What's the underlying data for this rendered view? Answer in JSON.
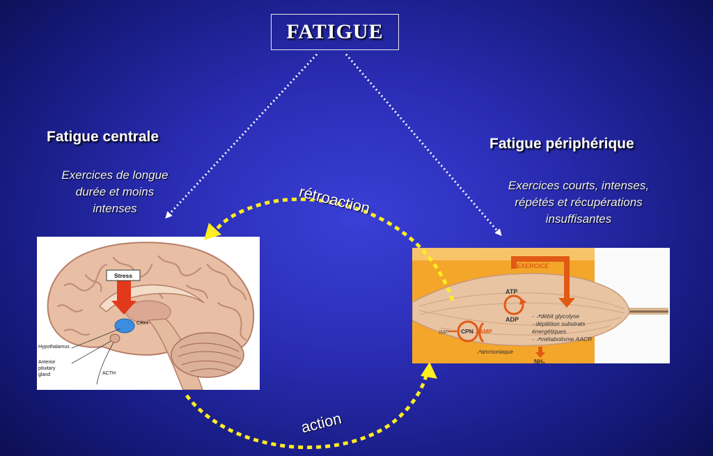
{
  "title": "FATIGUE",
  "central": {
    "heading": "Fatigue centrale",
    "desc_lines": [
      "Exercices de longue",
      "durée et moins",
      "intenses"
    ]
  },
  "peripheral": {
    "heading": "Fatigue périphérique",
    "desc_lines": [
      "Exercices courts, intenses,",
      "répétés et récupérations",
      "insuffisantes"
    ]
  },
  "arrows": {
    "feedback": "rétroaction",
    "action": "action"
  },
  "brain": {
    "stress": "Stress",
    "crh": "CRH",
    "hypothalamus": "Hypothalamus",
    "pituitary": [
      "Anterior",
      "pituitary",
      "gland"
    ],
    "acth": "ACTH"
  },
  "muscle": {
    "exercice": "EXERCICE",
    "atp": "ATP",
    "adp": "ADP",
    "imp": "IMP",
    "cpn": "CPN",
    "amp": "AMP",
    "ammoniaque": "↗ammoniaque",
    "nh3": "NH",
    "nh3_sub": "3",
    "effects": [
      "- ↗débit glycolyse",
      "- déplétion substrats",
      "  énergétiques",
      "- ↗métabolisme AACR"
    ]
  },
  "colors": {
    "arc": "#ffee22",
    "accent": "#e05a14",
    "muscle": "#e9c4a3"
  }
}
